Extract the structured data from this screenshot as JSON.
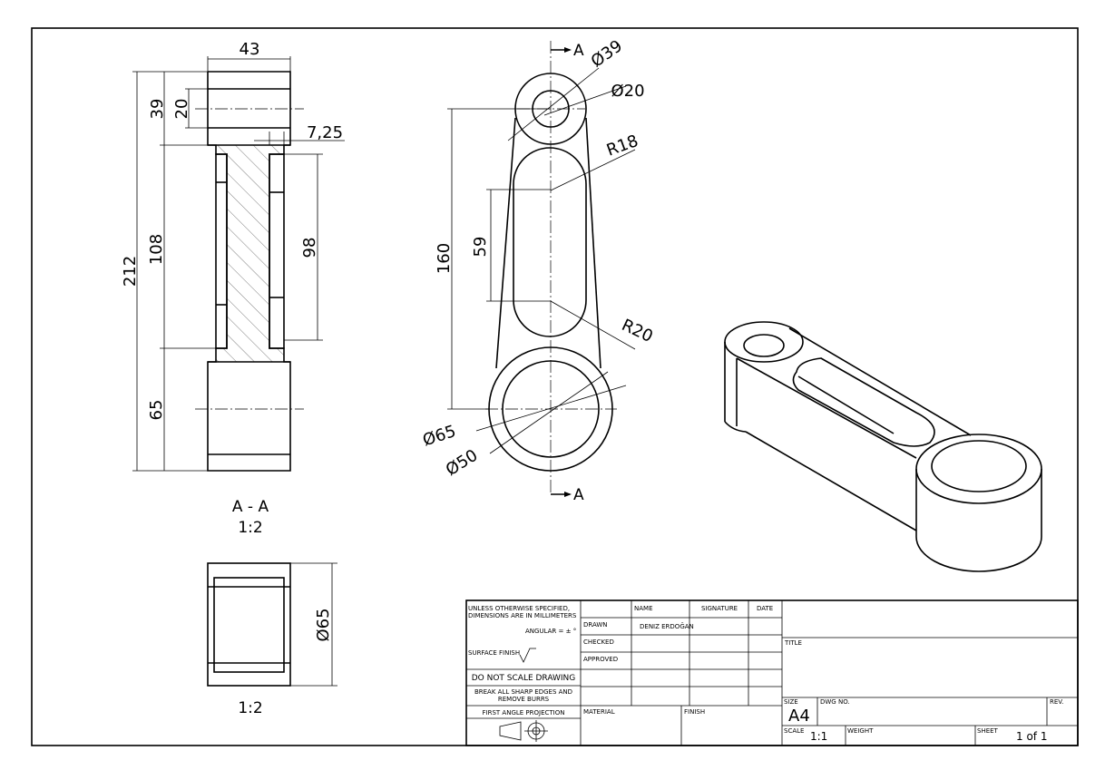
{
  "section_view": {
    "label": "A - A",
    "scale": "1:2",
    "dims": {
      "width_top": "43",
      "d39": "39",
      "d20": "20",
      "d725": "7,25",
      "d212": "212",
      "d108": "108",
      "d98": "98",
      "d65": "65"
    }
  },
  "end_view": {
    "scale": "1:2",
    "dia": "Ø65"
  },
  "front_view": {
    "section_marker": "A",
    "dims": {
      "d39": "Ø39",
      "d20": "Ø20",
      "r18": "R18",
      "d160": "160",
      "d59": "59",
      "r20": "R20",
      "d65": "Ø65",
      "d50": "Ø50"
    }
  },
  "title_block": {
    "notes_line1": "UNLESS OTHERWISE SPECIFIED,",
    "notes_line2": "DIMENSIONS ARE IN MILLIMETERS",
    "angular": "ANGULAR = ± °",
    "surface_finish": "SURFACE FINISH",
    "do_not_scale": "DO NOT SCALE DRAWING",
    "break_edges_1": "BREAK ALL SHARP EDGES AND",
    "break_edges_2": "REMOVE BURRS",
    "projection": "FIRST ANGLE PROJECTION",
    "col_name": "NAME",
    "col_signature": "SIGNATURE",
    "col_date": "DATE",
    "row_drawn": "DRAWN",
    "drawn_name": "DENIZ ERDOĞAN",
    "row_checked": "CHECKED",
    "row_approved": "APPROVED",
    "material": "MATERIAL",
    "finish": "FINISH",
    "title": "TITLE",
    "size_label": "SIZE",
    "size_value": "A4",
    "dwg_no": "DWG NO.",
    "rev": "REV.",
    "scale_label": "SCALE",
    "scale_value": "1:1",
    "weight": "WEIGHT",
    "sheet_label": "SHEET",
    "sheet_value": "1 of 1"
  }
}
